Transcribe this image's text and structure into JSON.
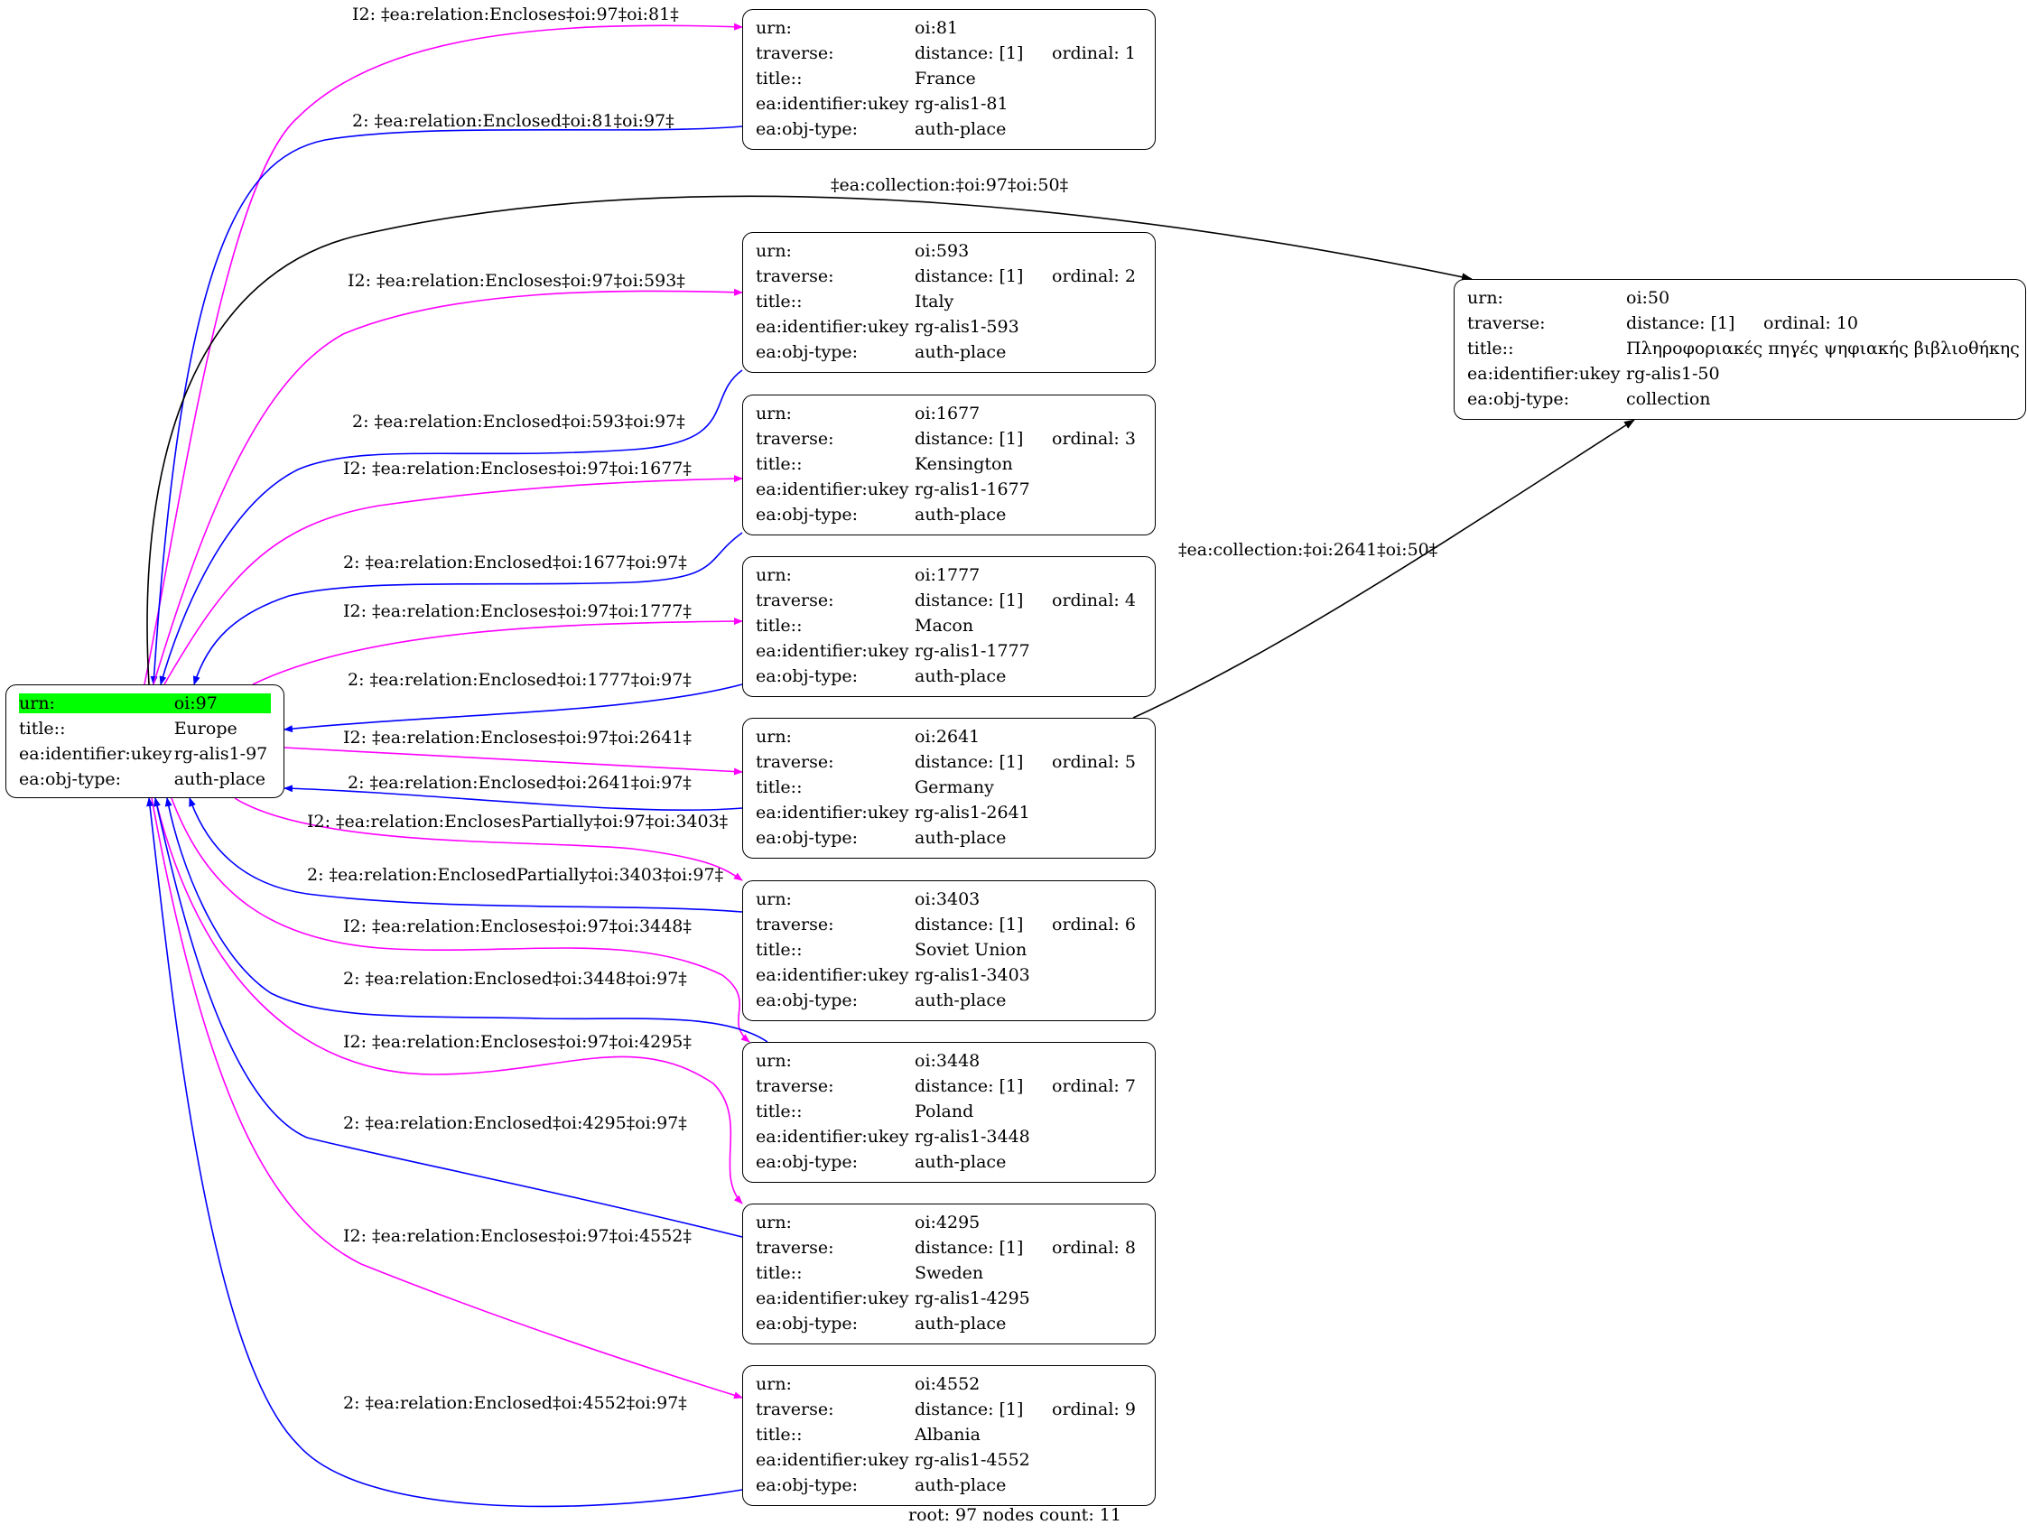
{
  "colors": {
    "encloses": "#ff00ff",
    "enclosed": "#0000ff",
    "collection": "#000000",
    "root_highlight": "#00ff00"
  },
  "root": {
    "rows": [
      {
        "k": "urn:",
        "v": "oi:97"
      },
      {
        "k": "title::",
        "v": "Europe"
      },
      {
        "k": "ea:identifier:ukey",
        "v": "rg-alis1-97"
      },
      {
        "k": "ea:obj-type:",
        "v": "auth-place"
      }
    ]
  },
  "nodes": [
    {
      "rows": [
        {
          "k": "urn:",
          "v": "oi:81"
        },
        {
          "k": "traverse:",
          "v": "distance: [1]",
          "e": "ordinal: 1"
        },
        {
          "k": "title::",
          "v": "France"
        },
        {
          "k": "ea:identifier:ukey",
          "v": "rg-alis1-81"
        },
        {
          "k": "ea:obj-type:",
          "v": "auth-place"
        }
      ]
    },
    {
      "rows": [
        {
          "k": "urn:",
          "v": "oi:593"
        },
        {
          "k": "traverse:",
          "v": "distance: [1]",
          "e": "ordinal: 2"
        },
        {
          "k": "title::",
          "v": "Italy"
        },
        {
          "k": "ea:identifier:ukey",
          "v": "rg-alis1-593"
        },
        {
          "k": "ea:obj-type:",
          "v": "auth-place"
        }
      ]
    },
    {
      "rows": [
        {
          "k": "urn:",
          "v": "oi:1677"
        },
        {
          "k": "traverse:",
          "v": "distance: [1]",
          "e": "ordinal: 3"
        },
        {
          "k": "title::",
          "v": "Kensington"
        },
        {
          "k": "ea:identifier:ukey",
          "v": "rg-alis1-1677"
        },
        {
          "k": "ea:obj-type:",
          "v": "auth-place"
        }
      ]
    },
    {
      "rows": [
        {
          "k": "urn:",
          "v": "oi:1777"
        },
        {
          "k": "traverse:",
          "v": "distance: [1]",
          "e": "ordinal: 4"
        },
        {
          "k": "title::",
          "v": "Macon"
        },
        {
          "k": "ea:identifier:ukey",
          "v": "rg-alis1-1777"
        },
        {
          "k": "ea:obj-type:",
          "v": "auth-place"
        }
      ]
    },
    {
      "rows": [
        {
          "k": "urn:",
          "v": "oi:2641"
        },
        {
          "k": "traverse:",
          "v": "distance: [1]",
          "e": "ordinal: 5"
        },
        {
          "k": "title::",
          "v": "Germany"
        },
        {
          "k": "ea:identifier:ukey",
          "v": "rg-alis1-2641"
        },
        {
          "k": "ea:obj-type:",
          "v": "auth-place"
        }
      ]
    },
    {
      "rows": [
        {
          "k": "urn:",
          "v": "oi:3403"
        },
        {
          "k": "traverse:",
          "v": "distance: [1]",
          "e": "ordinal: 6"
        },
        {
          "k": "title::",
          "v": "Soviet Union"
        },
        {
          "k": "ea:identifier:ukey",
          "v": "rg-alis1-3403"
        },
        {
          "k": "ea:obj-type:",
          "v": "auth-place"
        }
      ]
    },
    {
      "rows": [
        {
          "k": "urn:",
          "v": "oi:3448"
        },
        {
          "k": "traverse:",
          "v": "distance: [1]",
          "e": "ordinal: 7"
        },
        {
          "k": "title::",
          "v": "Poland"
        },
        {
          "k": "ea:identifier:ukey",
          "v": "rg-alis1-3448"
        },
        {
          "k": "ea:obj-type:",
          "v": "auth-place"
        }
      ]
    },
    {
      "rows": [
        {
          "k": "urn:",
          "v": "oi:4295"
        },
        {
          "k": "traverse:",
          "v": "distance: [1]",
          "e": "ordinal: 8"
        },
        {
          "k": "title::",
          "v": "Sweden"
        },
        {
          "k": "ea:identifier:ukey",
          "v": "rg-alis1-4295"
        },
        {
          "k": "ea:obj-type:",
          "v": "auth-place"
        }
      ]
    },
    {
      "rows": [
        {
          "k": "urn:",
          "v": "oi:4552"
        },
        {
          "k": "traverse:",
          "v": "distance: [1]",
          "e": "ordinal: 9"
        },
        {
          "k": "title::",
          "v": "Albania"
        },
        {
          "k": "ea:identifier:ukey",
          "v": "rg-alis1-4552"
        },
        {
          "k": "ea:obj-type:",
          "v": "auth-place"
        }
      ]
    },
    {
      "rows": [
        {
          "k": "urn:",
          "v": "oi:50"
        },
        {
          "k": "traverse:",
          "v": "distance: [1]",
          "e": "ordinal: 10"
        },
        {
          "k": "title::",
          "v": "Πληροφοριακές πηγές ψηφιακής βιβλιοθήκης"
        },
        {
          "k": "ea:identifier:ukey",
          "v": "rg-alis1-50"
        },
        {
          "k": "ea:obj-type:",
          "v": "collection"
        }
      ]
    }
  ],
  "edge_labels": [
    "I2: ‡ea:relation:Encloses‡oi:97‡oi:81‡",
    "2: ‡ea:relation:Enclosed‡oi:81‡oi:97‡",
    "‡ea:collection:‡oi:97‡oi:50‡",
    "I2: ‡ea:relation:Encloses‡oi:97‡oi:593‡",
    "2: ‡ea:relation:Enclosed‡oi:593‡oi:97‡",
    "I2: ‡ea:relation:Encloses‡oi:97‡oi:1677‡",
    "2: ‡ea:relation:Enclosed‡oi:1677‡oi:97‡",
    "I2: ‡ea:relation:Encloses‡oi:97‡oi:1777‡",
    "2: ‡ea:relation:Enclosed‡oi:1777‡oi:97‡",
    "I2: ‡ea:relation:Encloses‡oi:97‡oi:2641‡",
    "2: ‡ea:relation:Enclosed‡oi:2641‡oi:97‡",
    "I2: ‡ea:relation:EnclosesPartially‡oi:97‡oi:3403‡",
    "2: ‡ea:relation:EnclosedPartially‡oi:3403‡oi:97‡",
    "I2: ‡ea:relation:Encloses‡oi:97‡oi:3448‡",
    "2: ‡ea:relation:Enclosed‡oi:3448‡oi:97‡",
    "I2: ‡ea:relation:Encloses‡oi:97‡oi:4295‡",
    "2: ‡ea:relation:Enclosed‡oi:4295‡oi:97‡",
    "I2: ‡ea:relation:Encloses‡oi:97‡oi:4552‡",
    "2: ‡ea:relation:Enclosed‡oi:4552‡oi:97‡",
    "‡ea:collection:‡oi:2641‡oi:50‡"
  ],
  "footer": "root: 97 nodes count: 11"
}
